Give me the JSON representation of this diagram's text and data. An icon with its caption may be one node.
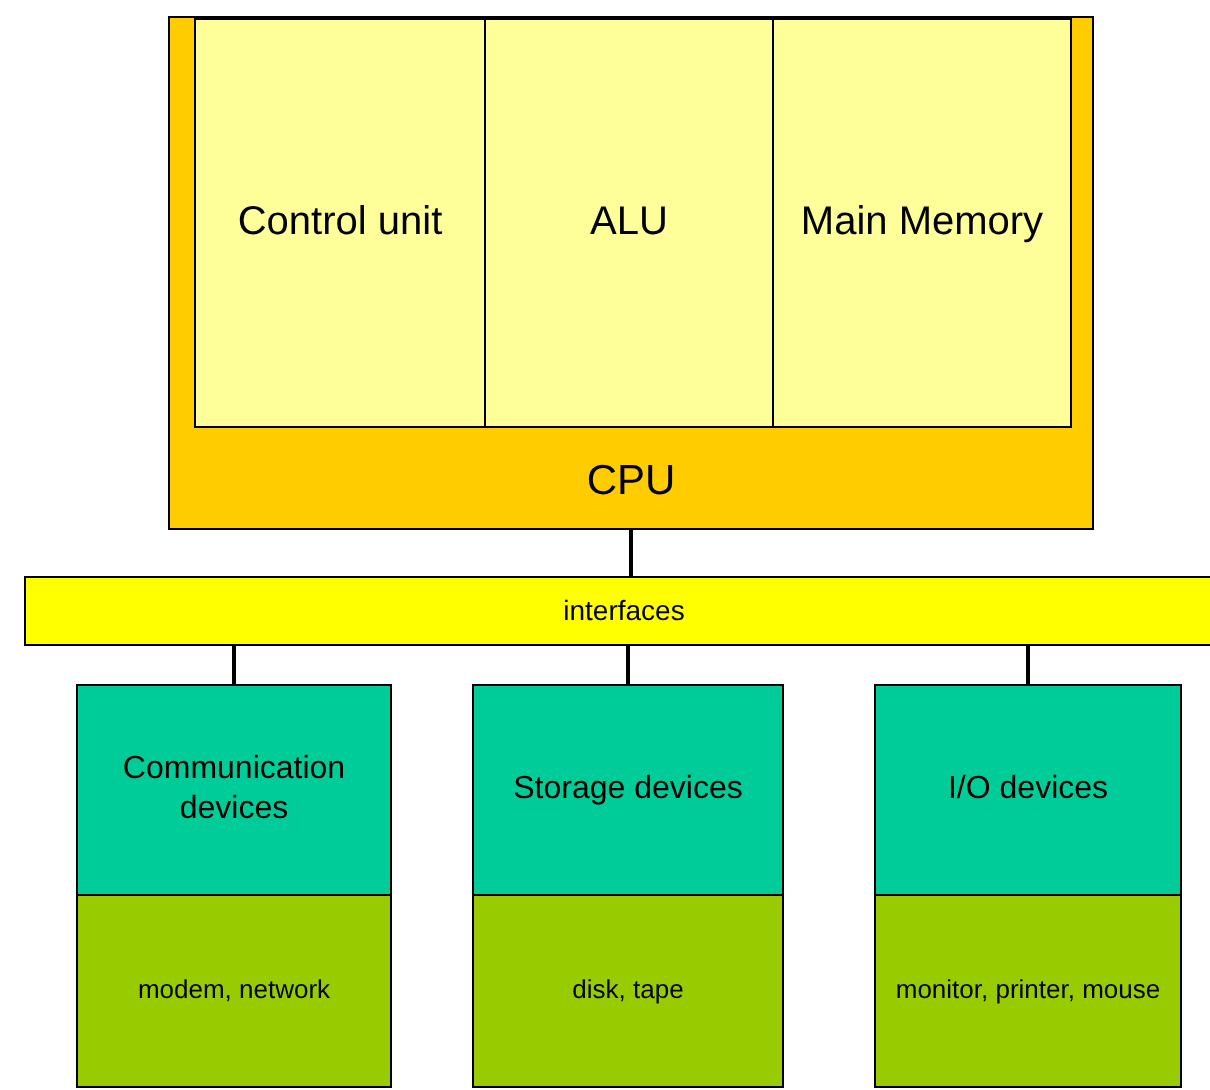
{
  "diagram": {
    "nodes": [
      {
        "text": [
          "CPU"
        ]
      },
      {
        "text": [
          "Control unit"
        ],
        "in": 0
      },
      {
        "text": [
          "ALU"
        ],
        "in": 0
      },
      {
        "text": [
          "Main Memory"
        ],
        "in": 0
      },
      {
        "text": [
          "interfaces"
        ]
      },
      {
        "text": [
          "Communication devices"
        ]
      },
      {
        "text": [
          "modem, network"
        ]
      },
      {
        "text": [
          "Storage devices"
        ]
      },
      {
        "text": [
          "disk, tape"
        ]
      },
      {
        "text": [
          "I/O devices"
        ]
      },
      {
        "text": [
          "monitor, printer, mouse"
        ]
      }
    ],
    "edges": [
      {
        "from": 0,
        "to": 4,
        "arrow": "none"
      },
      {
        "from": 4,
        "to": 5,
        "arrow": "none"
      },
      {
        "from": 4,
        "to": 7,
        "arrow": "none"
      },
      {
        "from": 4,
        "to": 9,
        "arrow": "none"
      }
    ]
  }
}
